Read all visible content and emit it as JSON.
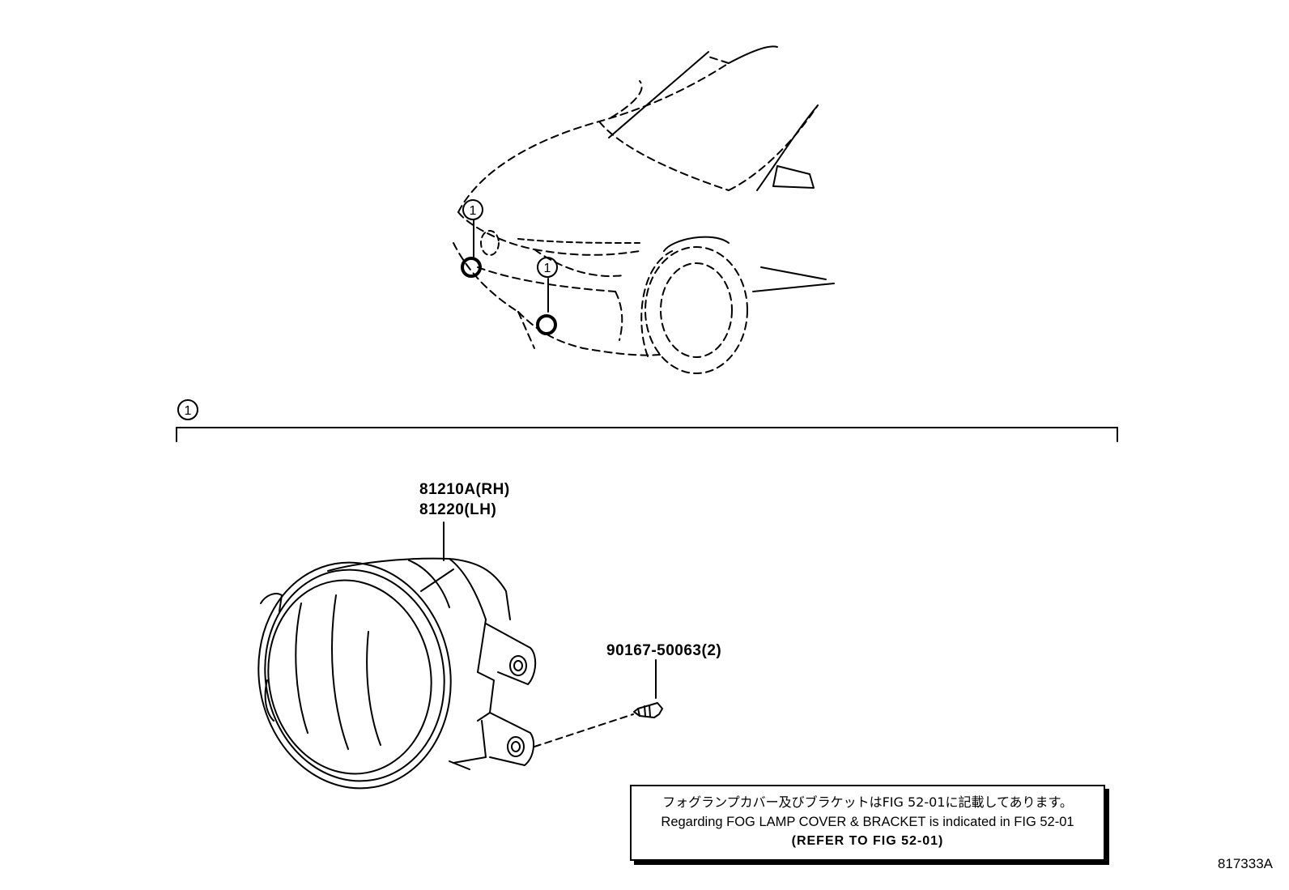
{
  "callouts": {
    "marker": "1",
    "section_marker": "1"
  },
  "parts": {
    "fog_lamp_rh": "81210A(RH)",
    "fog_lamp_lh": "81220(LH)",
    "bolt": "90167-50063(2)"
  },
  "note": {
    "jp": "フォグランプカバー及びブラケットはFIG 52-01に記載してあります。",
    "en": "Regarding FOG LAMP COVER & BRACKET is indicated in FIG 52-01",
    "ref": "(REFER TO FIG 52-01)"
  },
  "figure_id": "817333A",
  "colors": {
    "line": "#000000",
    "background": "#ffffff"
  }
}
